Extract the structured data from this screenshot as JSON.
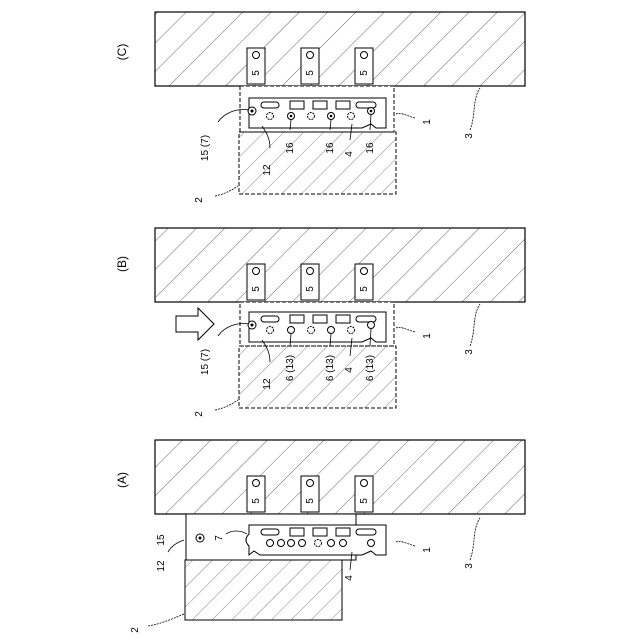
{
  "panels": [
    {
      "id": "C",
      "title": "(C)",
      "component_labels": {
        "wall": "3",
        "fixture": "1",
        "block": "2",
        "plate": "12",
        "rail": "4",
        "pin_label": "15 (7)"
      },
      "bracket_label": "5",
      "hole_labels": [
        "16",
        "16",
        "16"
      ]
    },
    {
      "id": "B",
      "title": "(B)",
      "component_labels": {
        "wall": "3",
        "fixture": "1",
        "block": "2",
        "plate": "12",
        "rail": "4",
        "pin_label": "15 (7)"
      },
      "bracket_label": "5",
      "hole_labels": [
        "6 (13)",
        "6 (13)",
        "6 (13)"
      ]
    },
    {
      "id": "A",
      "title": "(A)",
      "component_labels": {
        "wall": "3",
        "fixture": "1",
        "block": "2",
        "plate": "12",
        "rail": "4",
        "pin_label": "15",
        "notch_label": "7"
      },
      "bracket_label": "5"
    }
  ]
}
